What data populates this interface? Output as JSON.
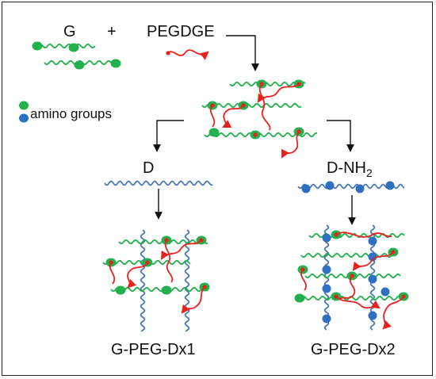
{
  "labels": {
    "g": "G",
    "plus": "+",
    "pegdge": "PEGDGE",
    "legend": "amino groups",
    "d": "D",
    "d_nh2_main": "D-NH",
    "d_nh2_sub": "2",
    "product1": "G-PEG-Dx1",
    "product2": "G-PEG-Dx2"
  },
  "colors": {
    "gelatin": "#22b14c",
    "peg": "#e8211d",
    "dextran": "#4a7ab5",
    "amino": "#2f6fc2",
    "arrow": "#111111"
  }
}
